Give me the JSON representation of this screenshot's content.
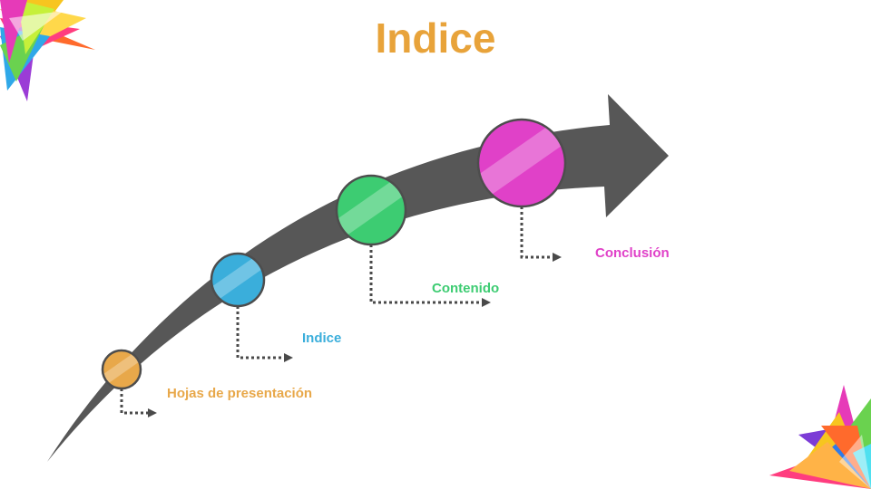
{
  "title": "Indice",
  "colors": {
    "title": "#E8A33A",
    "arrow": "#575757",
    "connector": "#4A4A4A",
    "outline": "#4D4D4D"
  },
  "steps": [
    {
      "label": "Hojas de presentación",
      "color": "#E8A84A",
      "fill": "#E8A84A"
    },
    {
      "label": "Indice",
      "color": "#3AAEDB",
      "fill": "#3AAEDB"
    },
    {
      "label": "Contenido",
      "color": "#3DCC72",
      "fill": "#3DCC72"
    },
    {
      "label": "Conclusión",
      "color": "#E041C8",
      "fill": "#E041C8"
    }
  ],
  "decorations": {
    "top_left": "colorful-burst-icon",
    "bottom_right": "colorful-burst-icon"
  }
}
